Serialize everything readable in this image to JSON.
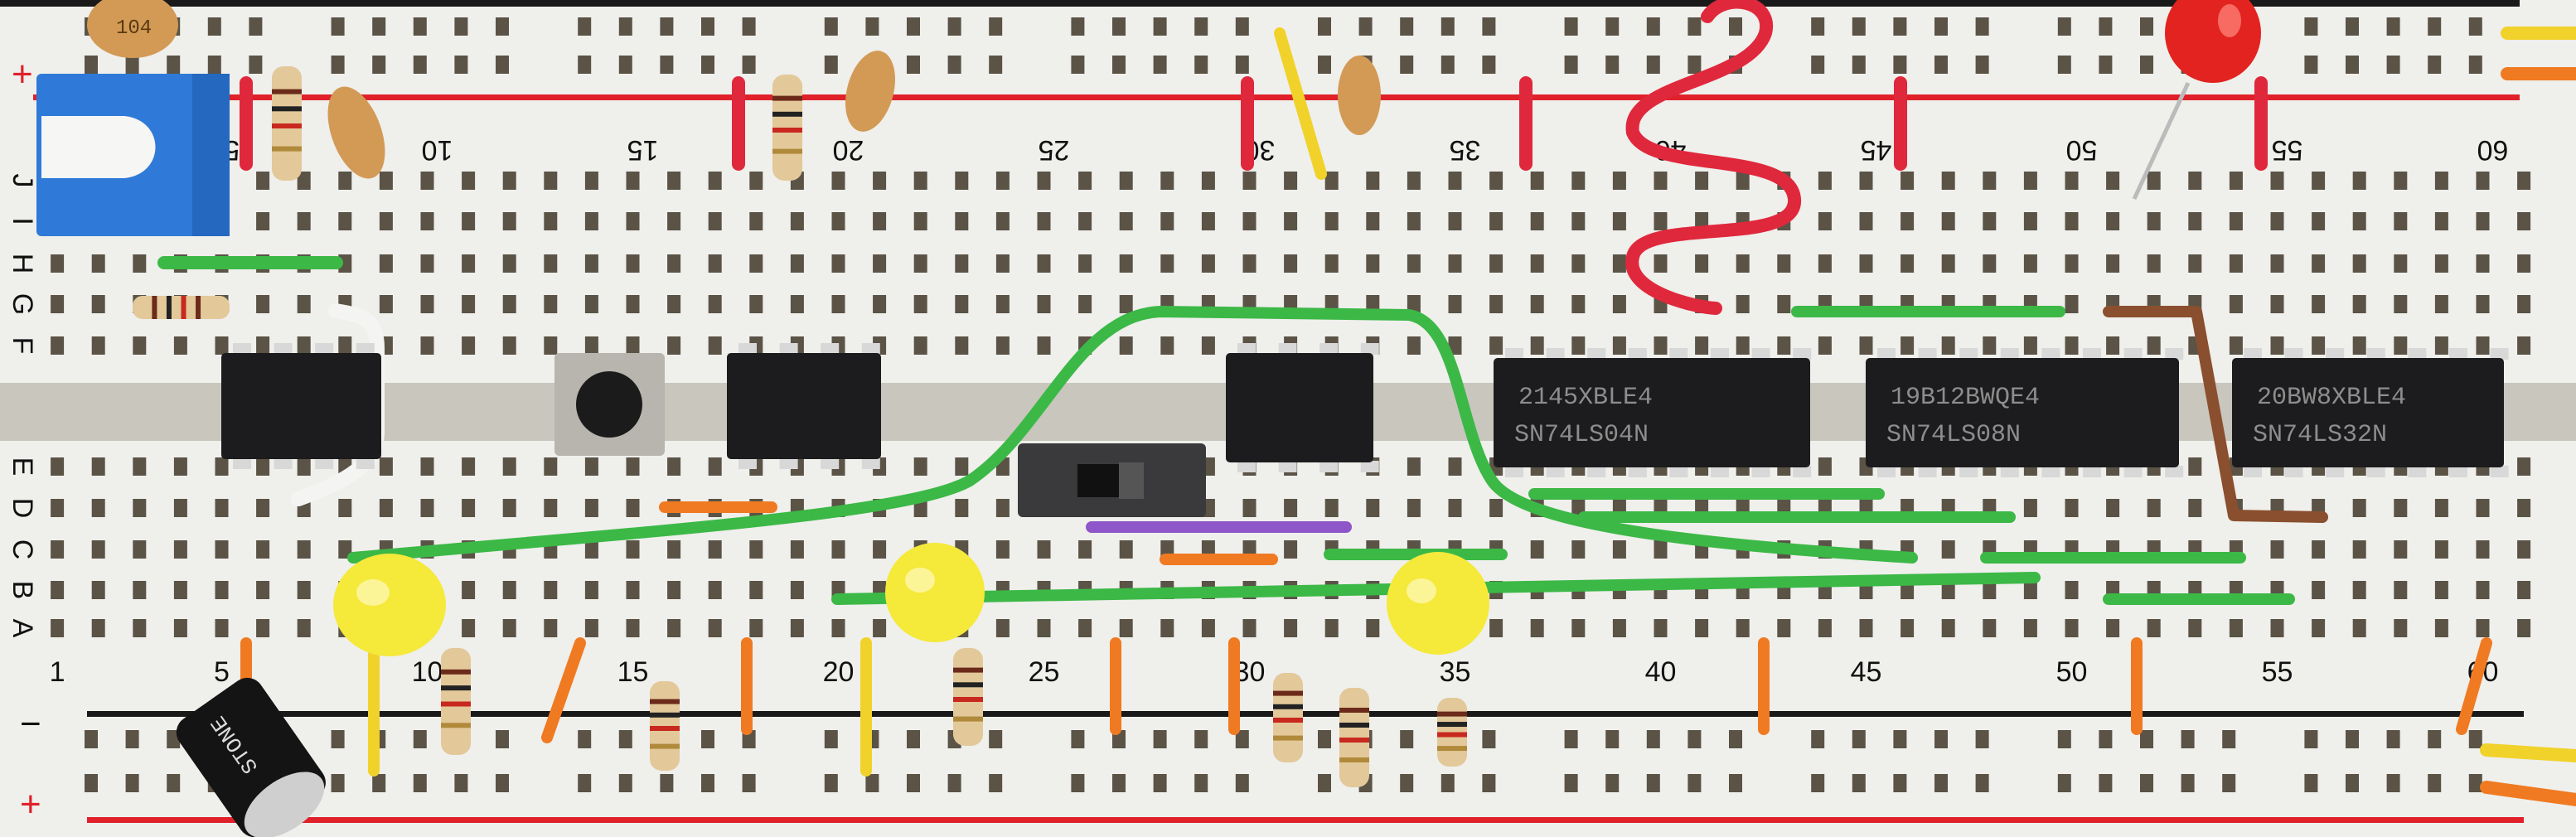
{
  "board": {
    "column_labels": [
      "1",
      "5",
      "10",
      "15",
      "20",
      "25",
      "30",
      "35",
      "40",
      "45",
      "50",
      "55",
      "60"
    ],
    "column_values": [
      1,
      5,
      10,
      15,
      20,
      25,
      30,
      35,
      40,
      45,
      50,
      55,
      60
    ],
    "top_row_letters": [
      "J",
      "I",
      "H",
      "G",
      "F"
    ],
    "bottom_row_letters": [
      "E",
      "D",
      "C",
      "B",
      "A"
    ],
    "rail_plus": "+",
    "rail_minus": "−",
    "colors": {
      "board": "#efefec",
      "hole": "#5a5346",
      "rail_red": "#e0212a",
      "rail_black": "#1a1a1a",
      "channel": "#c9c6bd"
    }
  },
  "chips": [
    {
      "name": "ic-555-a",
      "code": "",
      "part": ""
    },
    {
      "name": "ic-555-b",
      "code": "",
      "part": ""
    },
    {
      "name": "ic-555-c",
      "code": "",
      "part": ""
    },
    {
      "name": "ic-sn74ls04n",
      "code": "2145XBLE4",
      "part": "SN74LS04N"
    },
    {
      "name": "ic-sn74ls08n",
      "code": "19B12BWQE4",
      "part": "SN74LS08N"
    },
    {
      "name": "ic-sn74ls32n",
      "code": "20BW8XBLE4",
      "part": "SN74LS32N"
    }
  ],
  "capacitor_marking": "104",
  "electrolytic_marking": "STONE",
  "wire_colors": {
    "green": "#3cb846",
    "red": "#e0283c",
    "orange": "#f07a22",
    "yellow": "#f1d22a",
    "purple": "#8e56c8",
    "brown": "#8a4f2e",
    "white": "#f4f4f2"
  }
}
